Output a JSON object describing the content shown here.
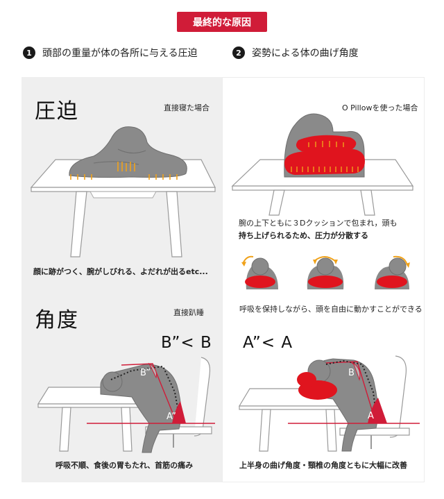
{
  "badge": "最終的な原因",
  "headings": [
    {
      "num": "1",
      "text": "頭部の重量が体の各所に与える圧迫"
    },
    {
      "num": "2",
      "text": "姿勢による体の曲げ角度"
    }
  ],
  "pressure": {
    "title": "圧迫",
    "left_label": "直接寝た場合",
    "right_label": "O Pillowを使った場合",
    "left_caption": "顔に跡がつく、腕がしびれる、よだれが出るetc...",
    "right_caption_1": "腕の上下ともに３Dクッションで包まれ，頭も",
    "right_caption_2": "持ち上げられるため、圧力が分散する",
    "movement_caption": "呼吸を保持しながら、頭を自由に動かすことができる"
  },
  "angle": {
    "title": "角度",
    "left_label": "直接趴睡",
    "left_compare": "B”< B",
    "right_compare": "A”< A",
    "left_b": "B”",
    "left_a": "A”",
    "right_b": "B",
    "right_a": "A",
    "left_caption": "呼吸不順、食後の胃もたれ、首筋の痛み",
    "right_caption": "上半身の曲げ角度・頸椎の角度ともに大幅に改善"
  },
  "colors": {
    "accent": "#d01c38",
    "pillow": "#e0141e",
    "arrow_pressure": "#f0a21a",
    "figure": "#8a8a8a"
  }
}
